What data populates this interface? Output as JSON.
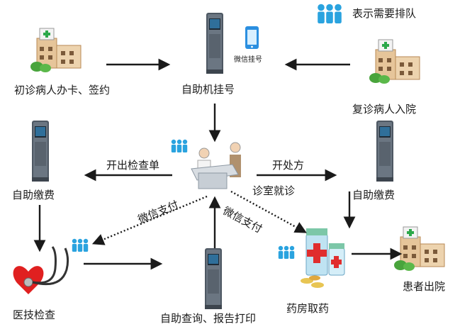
{
  "legend": {
    "queue_meaning": "表示需要排队"
  },
  "labels": {
    "first_visit": "初诊病人办卡、签约",
    "self_register": "自助机挂号",
    "return_visit": "复诊病人入院",
    "pay_left": "自助缴费",
    "pay_right": "自助缴费",
    "issue_exam": "开出检查单",
    "prescribe": "开处方",
    "consult": "诊室就诊",
    "wechat_pay_left": "微信支付",
    "wechat_pay_right": "微信支付",
    "medical_exam": "医技检查",
    "query_print": "自助查询、报告打印",
    "pharmacy": "药房取药",
    "discharge": "患者出院",
    "wechat_register": "微信挂号"
  },
  "kiosk_text": {
    "register": "自助机挂号",
    "payment": "自助缴费"
  },
  "colors": {
    "arrow": "#1a1a1a",
    "queue_person": "#2aa3df",
    "kiosk_body": "#5a6470",
    "phone": "#2b8fe0",
    "heart": "#e02020",
    "building": "#e8c79a",
    "cross": "#2ca84a"
  }
}
